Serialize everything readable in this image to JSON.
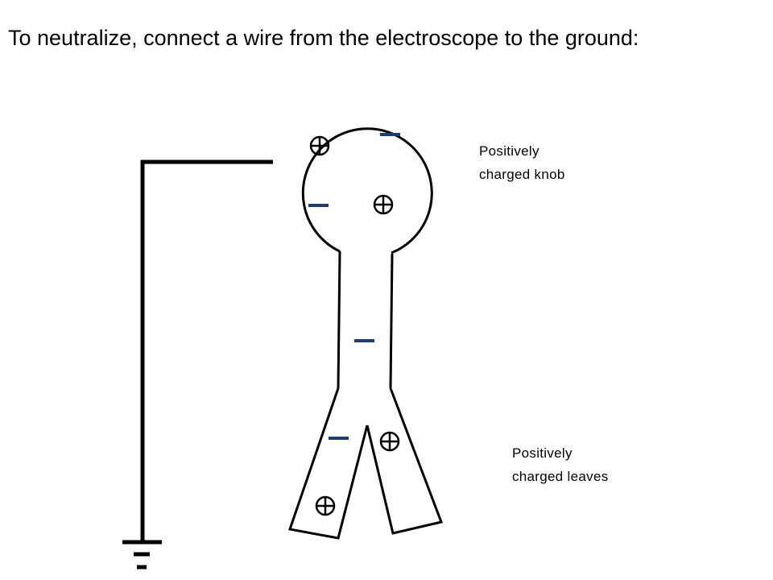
{
  "title": "To neutralize, connect a wire from the electroscope to the ground:",
  "labels": {
    "knob": [
      "Positively",
      "charged knob"
    ],
    "leaves": [
      "Positively",
      "charged leaves"
    ]
  },
  "colors": {
    "negative": "#1f3d6e",
    "outline": "#000000"
  }
}
